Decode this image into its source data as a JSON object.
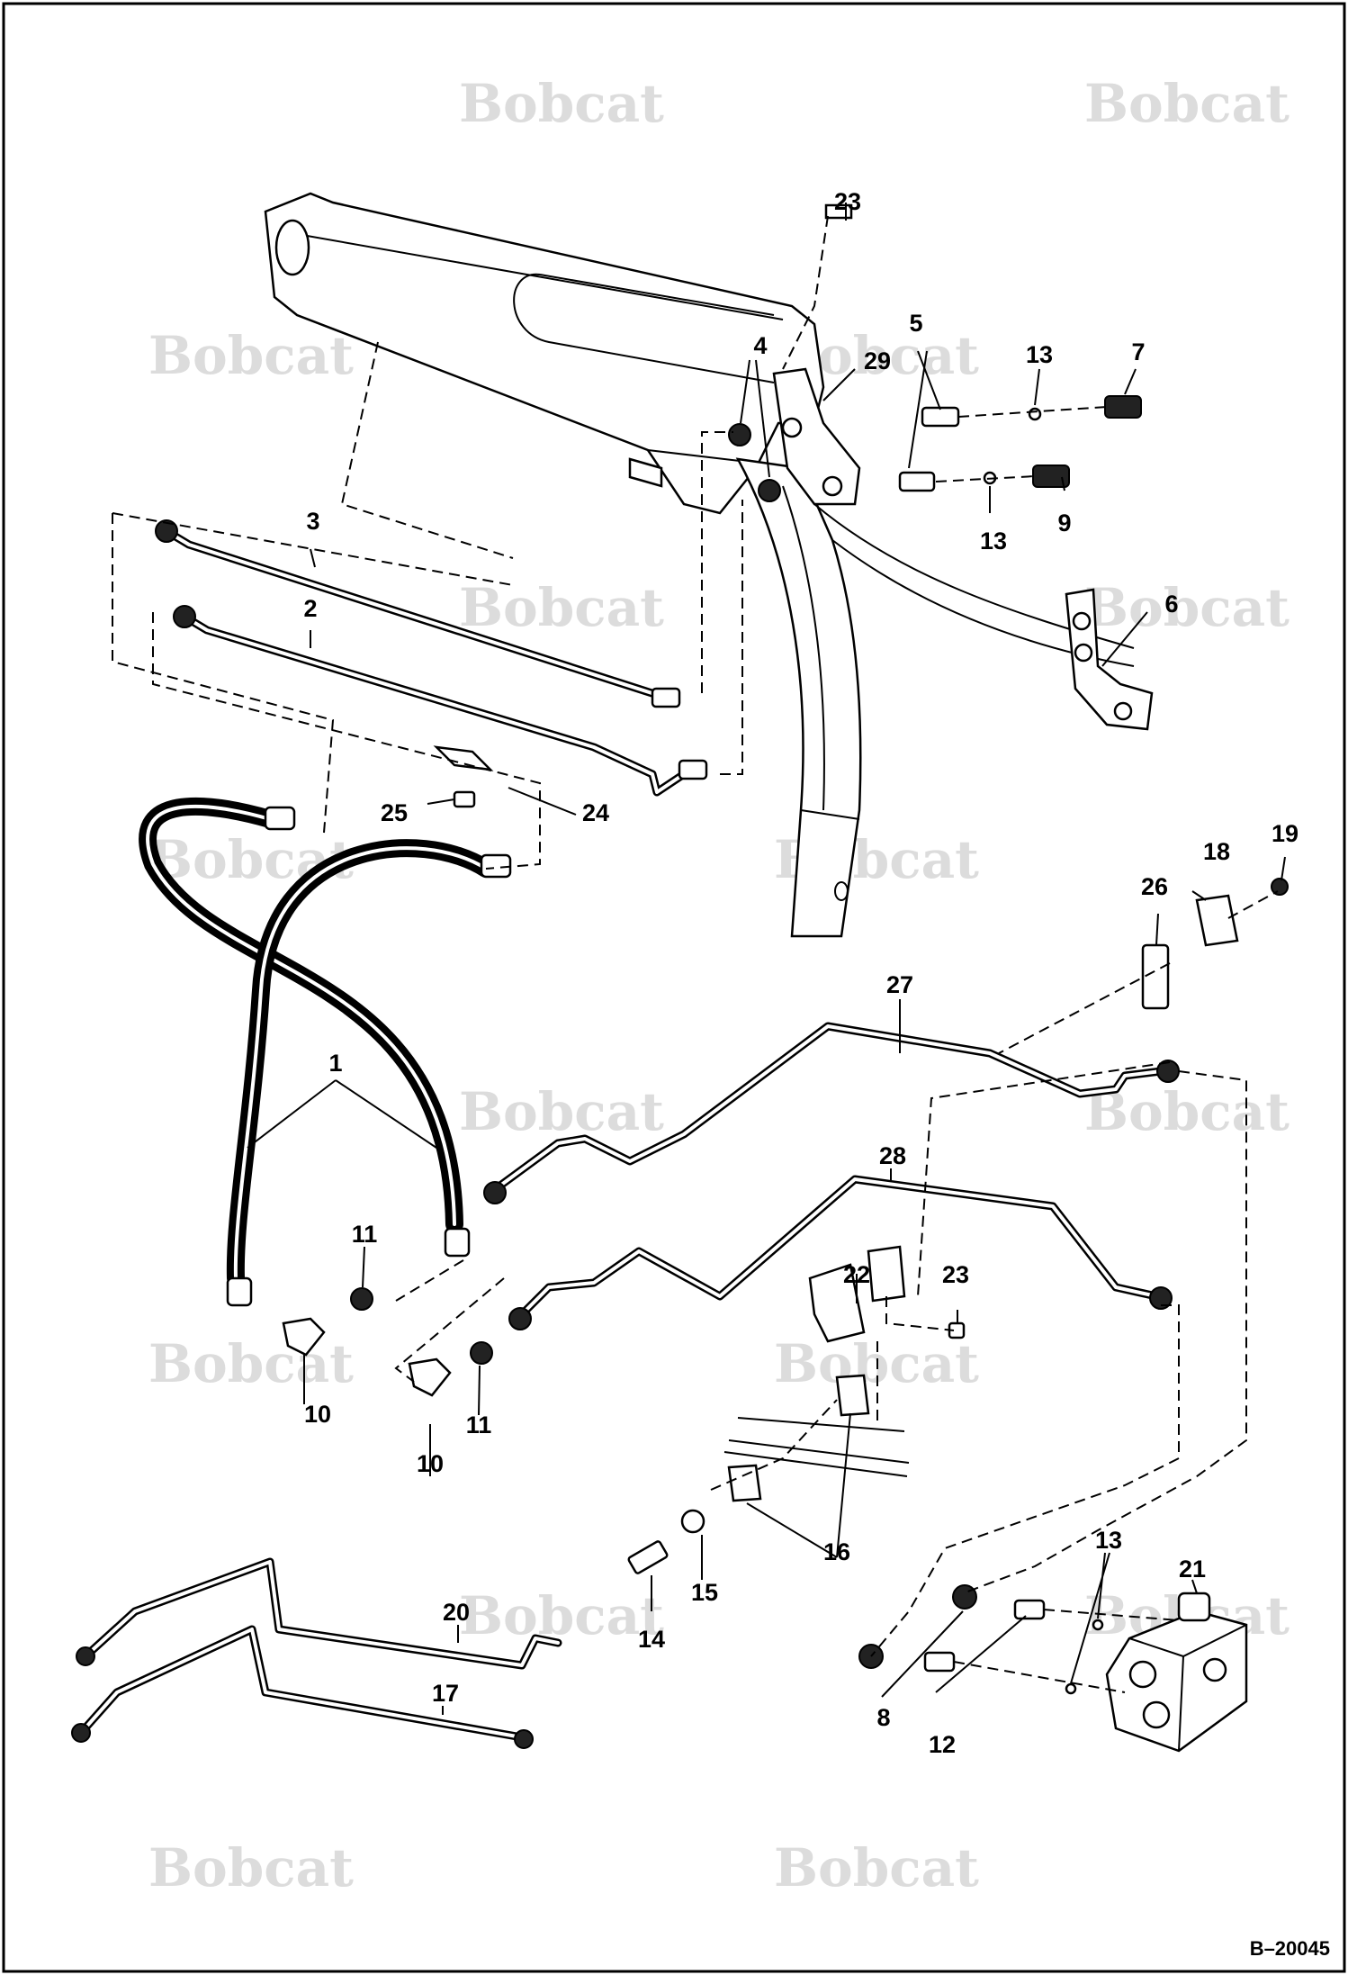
{
  "diagram": {
    "drawing_id": "B–20045",
    "watermark_text": "Bobcat",
    "callouts": [
      "1",
      "2",
      "3",
      "4",
      "5",
      "6",
      "7",
      "8",
      "9",
      "10",
      "10",
      "11",
      "11",
      "12",
      "13",
      "13",
      "13",
      "14",
      "15",
      "16",
      "17",
      "18",
      "19",
      "20",
      "21",
      "22",
      "23",
      "23",
      "24",
      "25",
      "26",
      "27",
      "28",
      "29"
    ],
    "colors": {
      "line": "#000000",
      "background": "#ffffff",
      "watermark": "#dcdcdc"
    }
  }
}
